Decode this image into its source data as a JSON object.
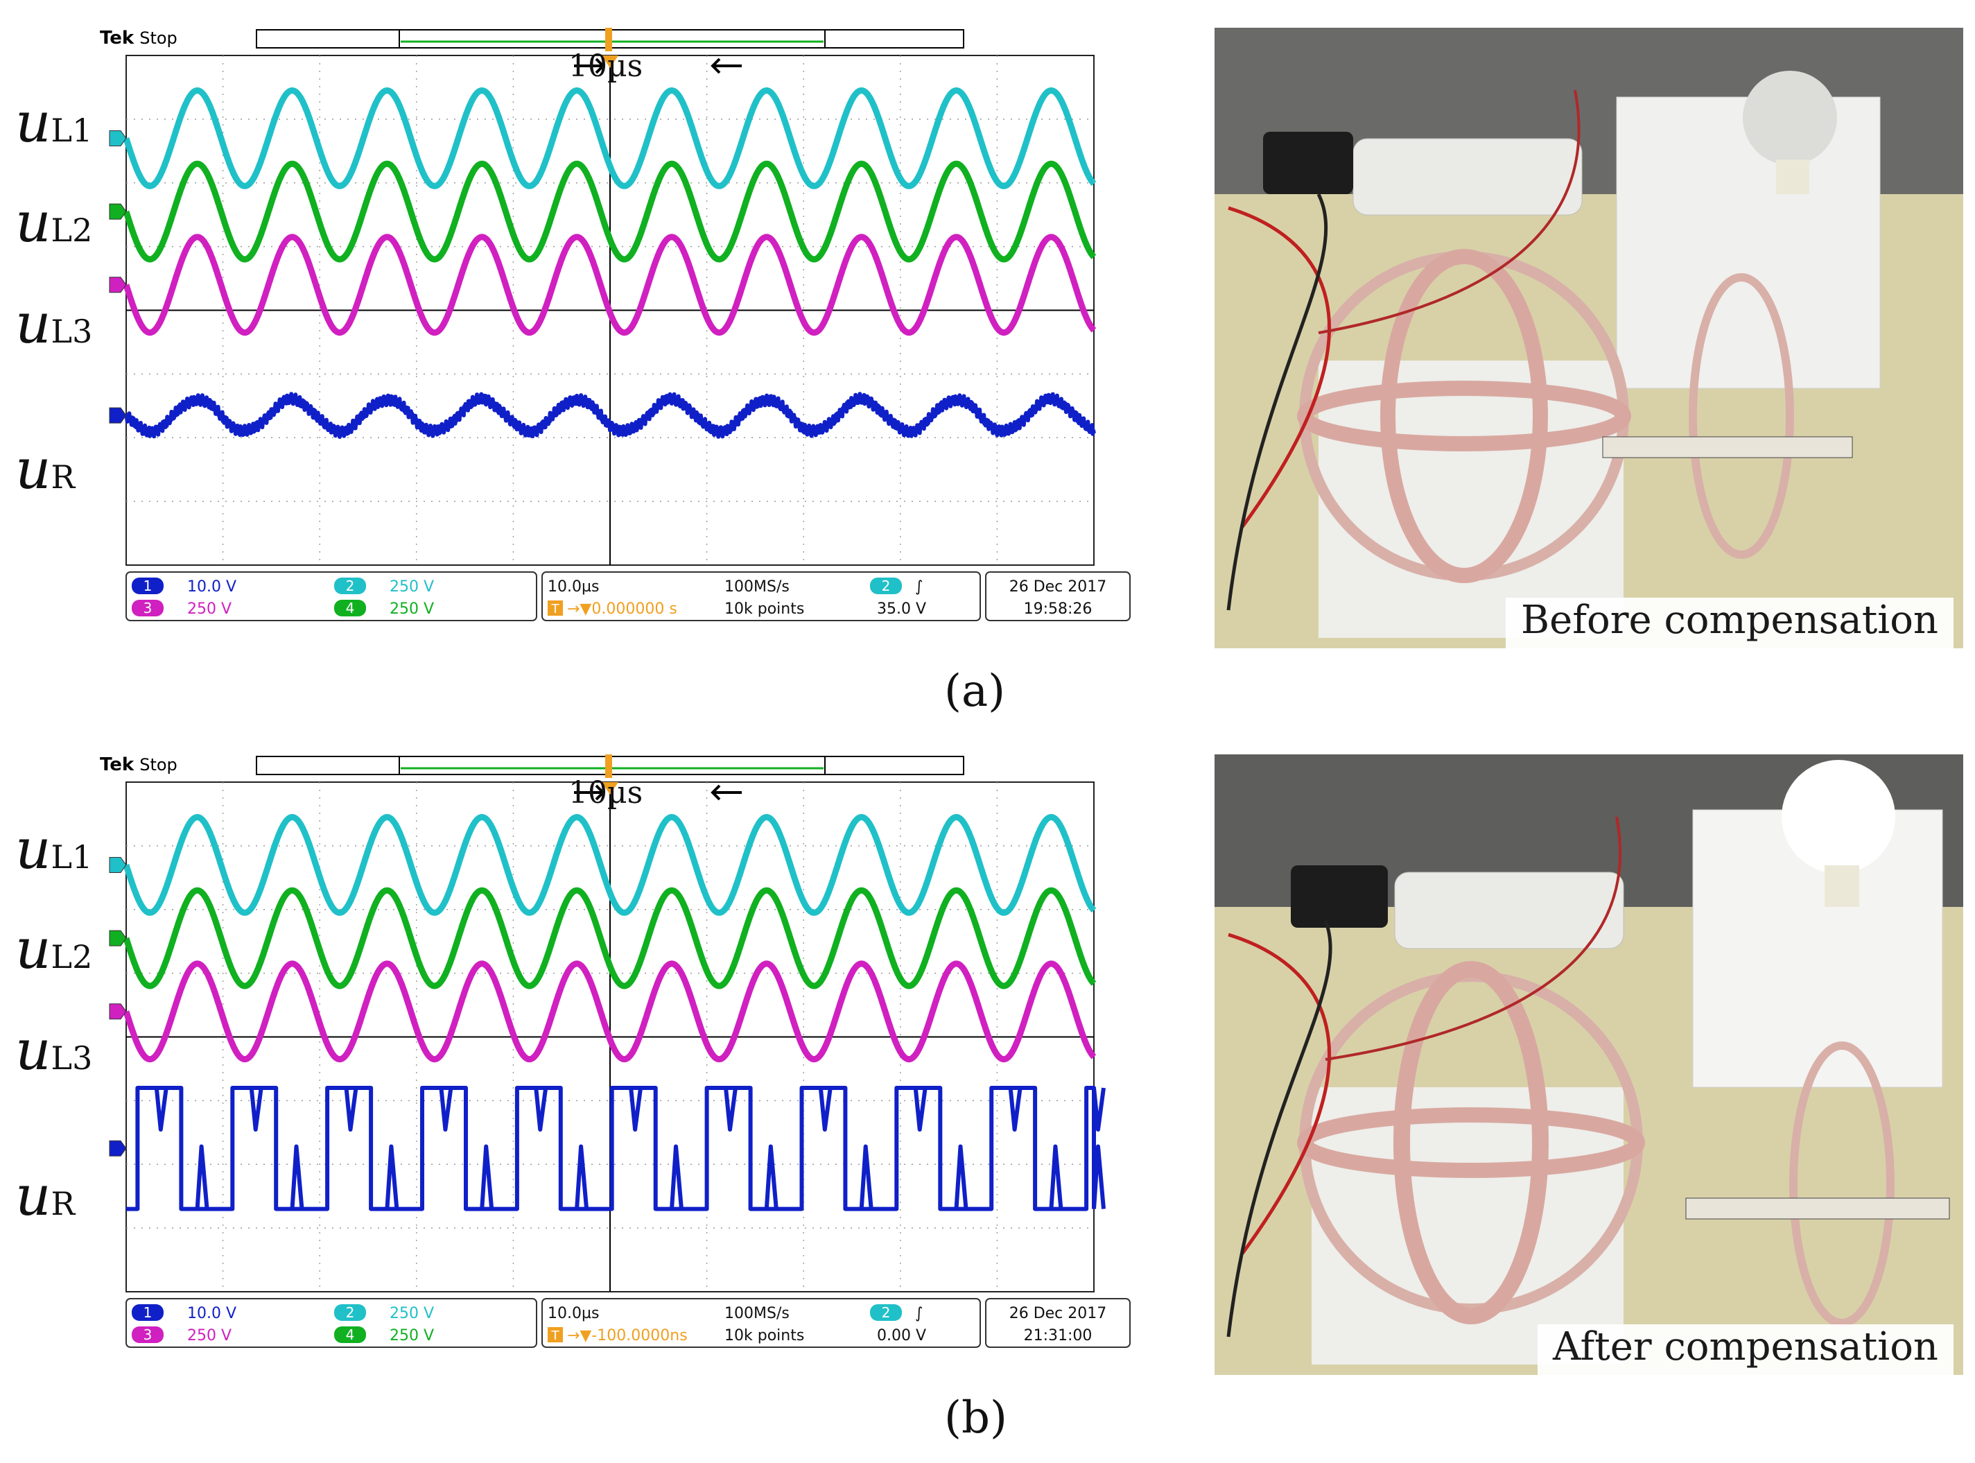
{
  "panels": [
    {
      "id": "a",
      "label": "(a)",
      "scope": {
        "brand": "Tek",
        "state": "Stop",
        "time_div_annot": "10µs",
        "channels": [
          {
            "num": "1",
            "scale": "10.0 V",
            "color": "#1020c8"
          },
          {
            "num": "2",
            "scale": "250 V",
            "color": "#20c0c8"
          },
          {
            "num": "3",
            "scale": "250 V",
            "color": "#d020c0"
          },
          {
            "num": "4",
            "scale": "250 V",
            "color": "#10b020"
          }
        ],
        "timebase": "10.0µs",
        "trigger_offset": "▼0.000000 s",
        "sample_rate": "100MS/s",
        "record_length": "10k points",
        "trigger_channel": "2",
        "trigger_slope": "∫",
        "trigger_level": "35.0 V",
        "date": "26 Dec  2017",
        "time": "19:58:26"
      },
      "photo_caption": "Before compensation"
    },
    {
      "id": "b",
      "label": "(b)",
      "scope": {
        "brand": "Tek",
        "state": "Stop",
        "time_div_annot": "10µs",
        "channels": [
          {
            "num": "1",
            "scale": "10.0 V",
            "color": "#1020c8"
          },
          {
            "num": "2",
            "scale": "250 V",
            "color": "#20c0c8"
          },
          {
            "num": "3",
            "scale": "250 V",
            "color": "#d020c0"
          },
          {
            "num": "4",
            "scale": "250 V",
            "color": "#10b020"
          }
        ],
        "timebase": "10.0µs",
        "trigger_offset": "▼-100.0000ns",
        "sample_rate": "100MS/s",
        "record_length": "10k points",
        "trigger_channel": "2",
        "trigger_slope": "∫",
        "trigger_level": "0.00 V",
        "date": "26 Dec  2017",
        "time": "21:31:00"
      },
      "photo_caption": "After compensation"
    }
  ],
  "signal_labels": [
    {
      "u": "u",
      "sub": "L1"
    },
    {
      "u": "u",
      "sub": "L2"
    },
    {
      "u": "u",
      "sub": "L3"
    },
    {
      "u": "u",
      "sub": "R"
    }
  ],
  "chart_data": [
    {
      "type": "line",
      "panel": "a",
      "x_unit_per_div": "10µs",
      "divisions": 10,
      "grid": true,
      "series": [
        {
          "name": "uL1",
          "channel": "2",
          "waveform": "sine",
          "periods": 10.2,
          "amplitude_div": 0.75,
          "offset_div": 2.7
        },
        {
          "name": "uL2",
          "channel": "4",
          "waveform": "sine",
          "periods": 10.2,
          "amplitude_div": 0.75,
          "offset_div": 1.55
        },
        {
          "name": "uL3",
          "channel": "3",
          "waveform": "sine",
          "periods": 10.2,
          "amplitude_div": 0.75,
          "offset_div": 0.4
        },
        {
          "name": "uR",
          "channel": "1",
          "waveform": "sine",
          "periods": 10.2,
          "amplitude_div": 0.25,
          "offset_div": -1.65
        }
      ]
    },
    {
      "type": "line",
      "panel": "b",
      "x_unit_per_div": "10µs",
      "divisions": 10,
      "grid": true,
      "series": [
        {
          "name": "uL1",
          "channel": "2",
          "waveform": "sine",
          "periods": 10.2,
          "amplitude_div": 0.75,
          "offset_div": 2.7
        },
        {
          "name": "uL2",
          "channel": "4",
          "waveform": "sine",
          "periods": 10.2,
          "amplitude_div": 0.75,
          "offset_div": 1.55
        },
        {
          "name": "uL3",
          "channel": "3",
          "waveform": "sine",
          "periods": 10.2,
          "amplitude_div": 0.75,
          "offset_div": 0.4
        },
        {
          "name": "uR",
          "channel": "1",
          "waveform": "square",
          "periods": 10.2,
          "high_div": -0.8,
          "low_div": -2.7
        }
      ]
    }
  ]
}
